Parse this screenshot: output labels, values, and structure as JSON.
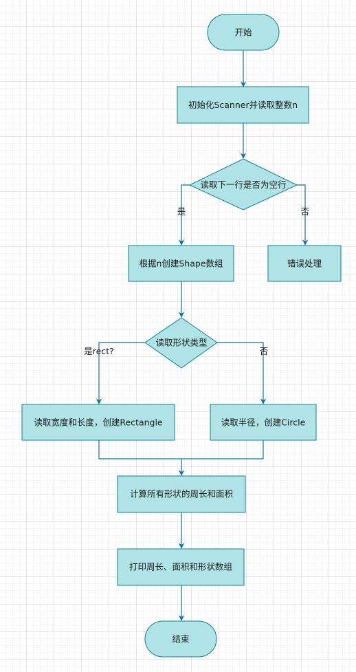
{
  "colors": {
    "node_fill": "#b0e3e6",
    "node_stroke": "#0e8088",
    "edge": "#10739e",
    "grid": "#e6e6e6"
  },
  "nodes": {
    "start": "开始",
    "init": "初始化Scanner并读取整数n",
    "check_empty": "读取下一行是否为空行",
    "create_array": "根据n创建Shape数组",
    "error": "错误处理",
    "read_type": "读取形状类型",
    "rectangle": "读取宽度和长度，创建Rectangle",
    "circle": "读取半径，创建Circle",
    "compute": "计算所有形状的周长和面积",
    "print": "打印周长、面积和形状数组",
    "end": "结束"
  },
  "edge_labels": {
    "empty_yes": "是",
    "empty_no": "否",
    "type_rect": "是rect?",
    "type_no": "否"
  }
}
